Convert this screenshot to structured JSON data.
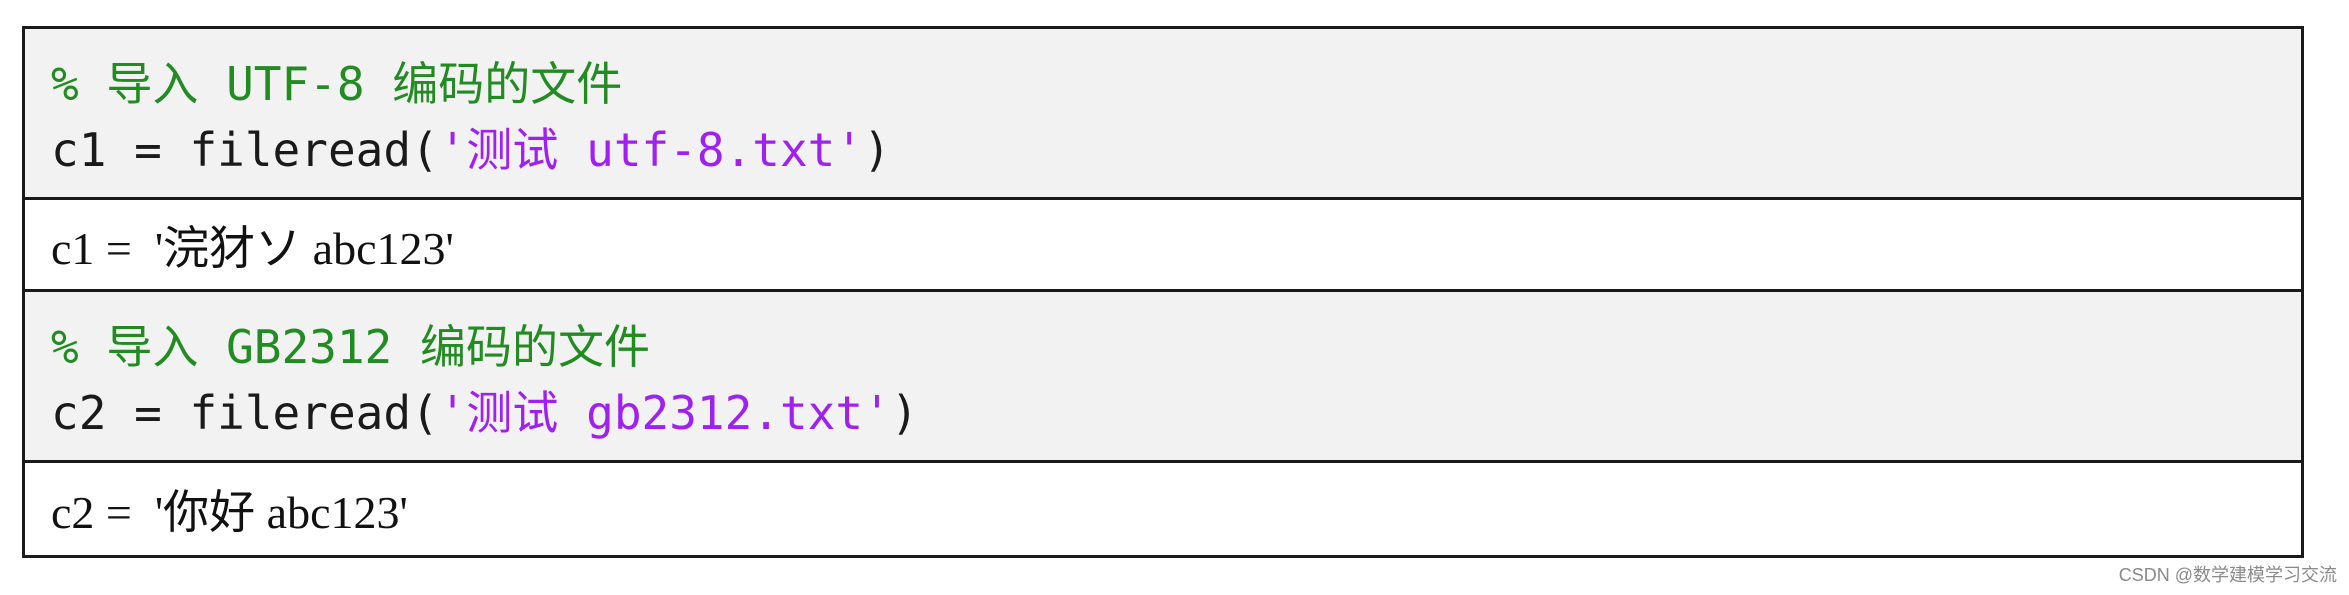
{
  "cells": [
    {
      "type": "code",
      "comment": "% 导入 UTF-8 编码的文件",
      "code_prefix": "c1 = fileread(",
      "code_string": "'测试 utf-8.txt'",
      "code_suffix": ")"
    },
    {
      "type": "output",
      "text": "c1 =  '浣犲ソ abc123'"
    },
    {
      "type": "code",
      "comment": "% 导入 GB2312 编码的文件",
      "code_prefix": "c2 = fileread(",
      "code_string": "'测试 gb2312.txt'",
      "code_suffix": ")"
    },
    {
      "type": "output",
      "text": "c2 =  '你好 abc123'"
    }
  ],
  "watermark": "CSDN @数学建模学习交流",
  "colors": {
    "comment": "#228b22",
    "string": "#a020f0",
    "code_background": "#f2f2f2",
    "border": "#1a1a1a"
  }
}
